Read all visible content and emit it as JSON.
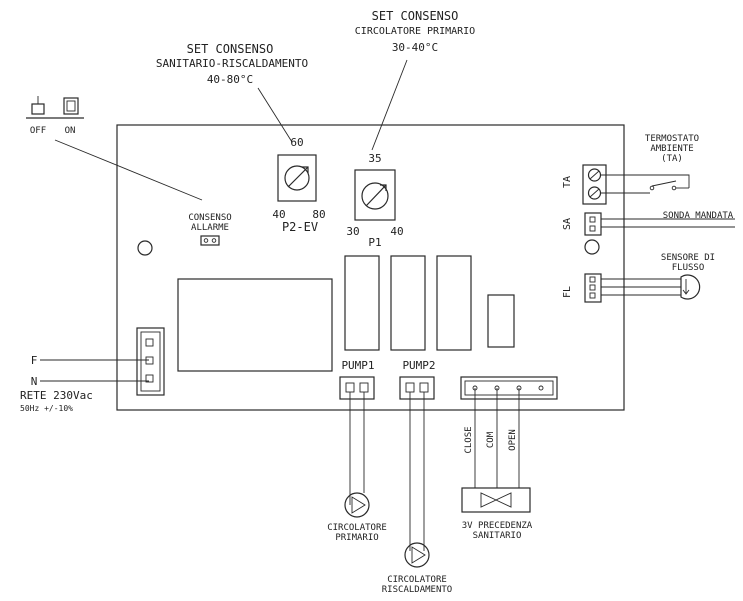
{
  "labels": {
    "set_consenso_1": "SET CONSENSO",
    "sanitario_riscaldamento": "SANITARIO-RISCALDAMENTO",
    "range_40_80": "40-80°C",
    "set_consenso_2": "SET CONSENSO",
    "circolatore_primario_top": "CIRCOLATORE PRIMARIO",
    "range_30_40": "30-40°C",
    "off": "OFF",
    "on": "ON",
    "consenso": "CONSENSO",
    "allarme": "ALLARME",
    "p2_top": "60",
    "p2_min": "40",
    "p2_max": "80",
    "p2_name": "P2-EV",
    "p1_top": "35",
    "p1_min": "30",
    "p1_max": "40",
    "p1_name": "P1",
    "termostato": "TERMOSTATO",
    "ambiente": "AMBIENTE",
    "ta_paren": "(TA)",
    "ta": "TA",
    "sa": "SA",
    "sonda_mandata": "SONDA MANDATA",
    "fl": "FL",
    "sensore_di": "SENSORE DI",
    "flusso": "FLUSSO",
    "f": "F",
    "n": "N",
    "rete": "RETE 230Vac",
    "rete_freq": "50Hz +/-10%",
    "pump1": "PUMP1",
    "pump2": "PUMP2",
    "close": "CLOSE",
    "com": "COM",
    "open": "OPEN",
    "circ_primario_1": "CIRCOLATORE",
    "circ_primario_2": "PRIMARIO",
    "circ_risc_1": "CIRCOLATORE",
    "circ_risc_2": "RISCALDAMENTO",
    "v_prec_1": "3V PRECEDENZA",
    "v_prec_2": "SANITARIO"
  }
}
